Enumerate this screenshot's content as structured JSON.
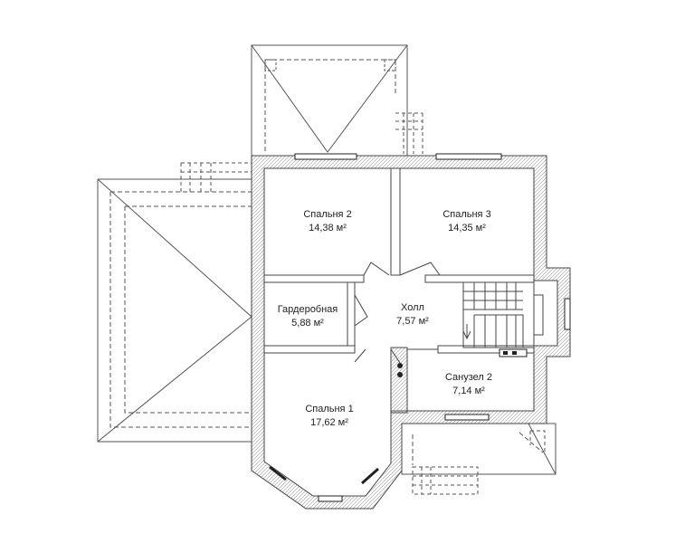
{
  "rooms": [
    {
      "name": "Спальня 2",
      "area": "14,38 м²"
    },
    {
      "name": "Спальня 3",
      "area": "14,35 м²"
    },
    {
      "name": "Гардеробная",
      "area": "5,88 м²"
    },
    {
      "name": "Холл",
      "area": "7,57 м²"
    },
    {
      "name": "Санузел 2",
      "area": "7,14 м²"
    },
    {
      "name": "Спальня 1",
      "area": "17,62 м²"
    }
  ],
  "colors": {
    "wall_outline": "#444444",
    "wall_hatch": "#888888",
    "roof_lines": "#555555",
    "window": "#222222",
    "text": "#222222"
  }
}
